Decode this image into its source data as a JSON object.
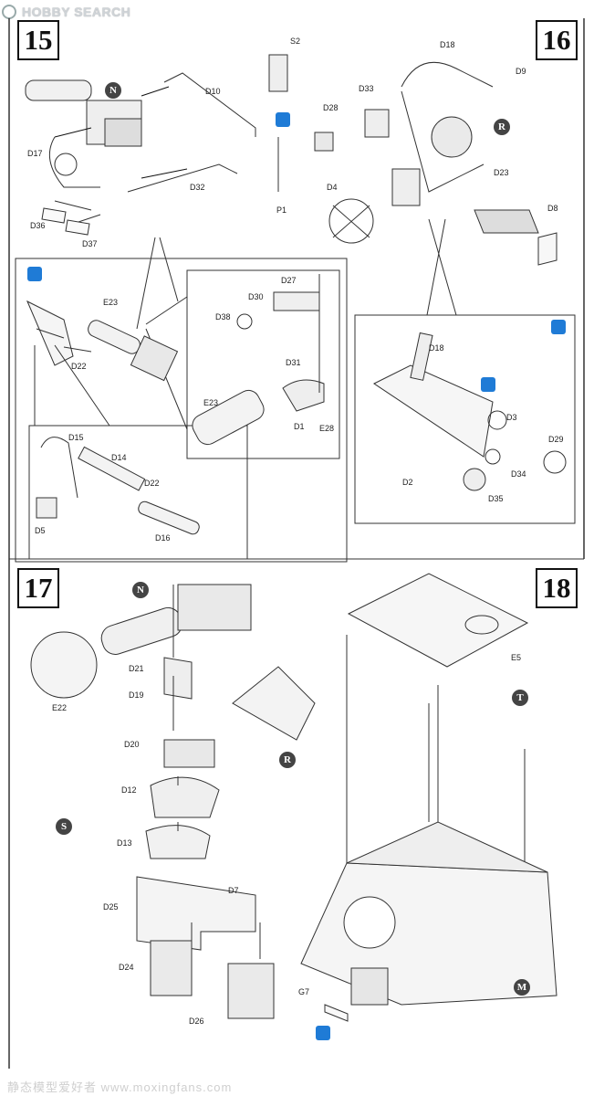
{
  "watermark": {
    "brand": "HOBBY SEARCH",
    "footer_text": "静态模型爱好者 www.moxingfans.com"
  },
  "steps": [
    "15",
    "16",
    "17",
    "18"
  ],
  "markers": {
    "N1": "N",
    "R1": "R",
    "N2": "N",
    "R2": "R",
    "S": "S",
    "T": "T",
    "M": "M"
  },
  "labels": {
    "D10": "D10",
    "D17": "D17",
    "D32": "D32",
    "D36": "D36",
    "D37": "D37",
    "E23a": "E23",
    "D22a": "D22",
    "D15": "D15",
    "D14": "D14",
    "D22b": "D22",
    "D5": "D5",
    "D16": "D16",
    "D27": "D27",
    "D30": "D30",
    "D38": "D38",
    "D31": "D31",
    "E23b": "E23",
    "D1": "D1",
    "E28": "E28",
    "S2": "S2",
    "D28": "D28",
    "D33": "D33",
    "D18a": "D18",
    "D9": "D9",
    "D4": "D4",
    "P1": "P1",
    "D23": "D23",
    "D8": "D8",
    "D18b": "D18",
    "D3": "D3",
    "D29": "D29",
    "D2": "D2",
    "D34": "D34",
    "D35": "D35",
    "E22": "E22",
    "D21": "D21",
    "D19": "D19",
    "D20": "D20",
    "D12": "D12",
    "D13": "D13",
    "D25": "D25",
    "D7": "D7",
    "D24": "D24",
    "D26": "D26",
    "E5": "E5",
    "G7": "G7"
  },
  "colors": {
    "icon_blue": "#1f7bd6",
    "badge": "#444444",
    "line": "#333333"
  }
}
